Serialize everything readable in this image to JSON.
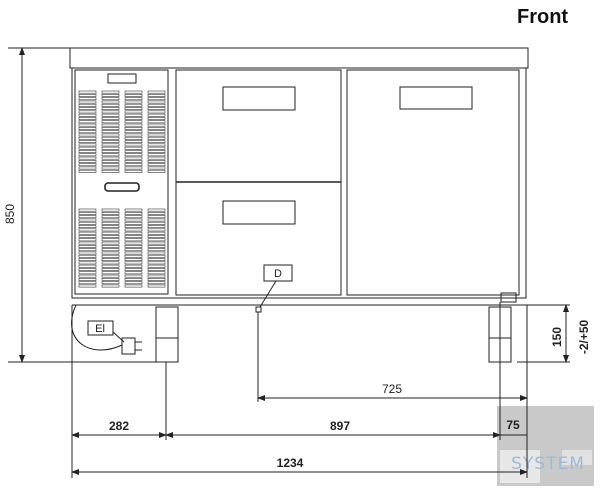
{
  "title": "Front",
  "labels": {
    "drain": "D",
    "electrical": "El"
  },
  "dimensions": {
    "height_total": "850",
    "leg_height": "150",
    "leg_adjust": "-2/+50",
    "drain_offset": "725",
    "compressor_width": "282",
    "leg_span": "897",
    "right_offset": "75",
    "total_width": "1234"
  },
  "watermark": "SYSTEM"
}
